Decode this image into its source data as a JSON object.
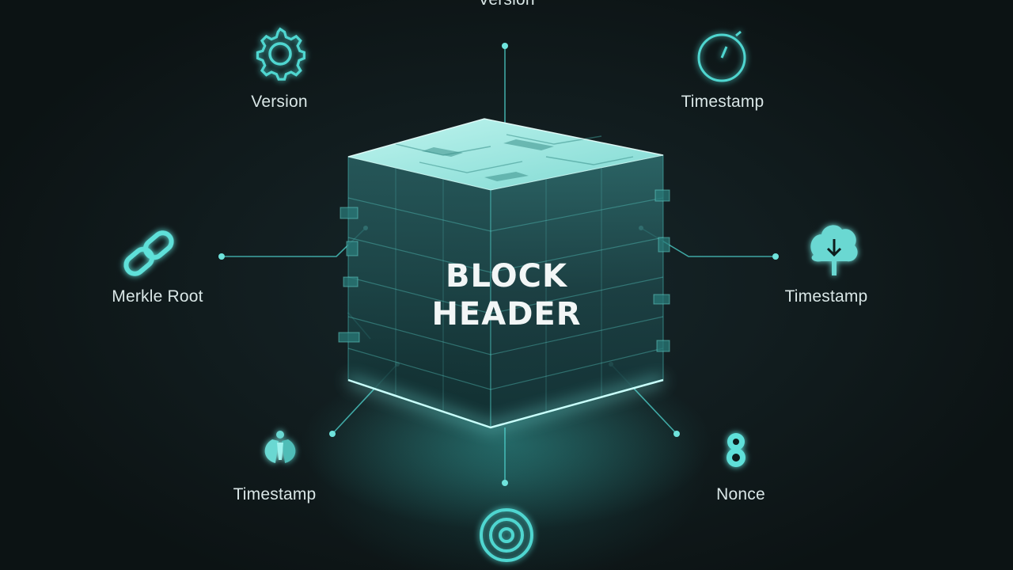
{
  "title": {
    "line1": "BLOCK",
    "line2": "HEADER"
  },
  "nodes": [
    {
      "id": "top",
      "label": "Version",
      "icon": "none"
    },
    {
      "id": "top-left",
      "label": "Version",
      "icon": "gear-icon"
    },
    {
      "id": "top-right",
      "label": "Timestamp",
      "icon": "clock-icon"
    },
    {
      "id": "mid-left",
      "label": "Merkle Root",
      "icon": "link-icon"
    },
    {
      "id": "mid-right",
      "label": "Timestamp",
      "icon": "tree-download-icon"
    },
    {
      "id": "bottom-left",
      "label": "Timestamp",
      "icon": "hourglass-icon"
    },
    {
      "id": "bottom-right",
      "label": "Nonce",
      "icon": "number-8-icon"
    },
    {
      "id": "bottom",
      "label": "",
      "icon": "target-icon"
    }
  ],
  "colors": {
    "accent": "#4fd6d0",
    "glow": "#7ff5ef",
    "text": "#d9e6e6",
    "background": "#111c1e"
  }
}
